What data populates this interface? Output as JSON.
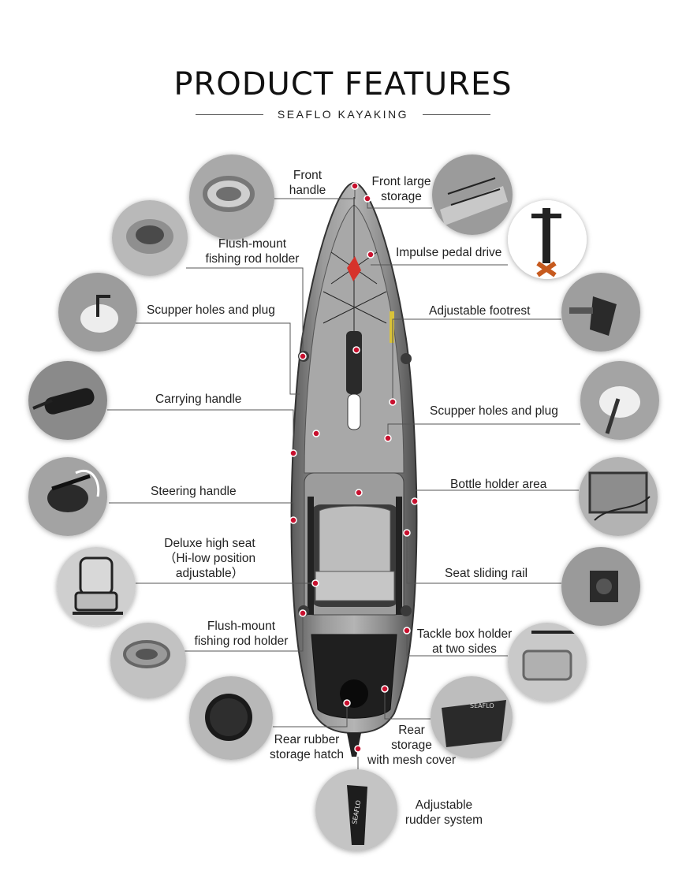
{
  "header": {
    "title": "PRODUCT FEATURES",
    "subtitle": "SEAFLO KAYAKING"
  },
  "features": {
    "front_handle": [
      "Front",
      "handle"
    ],
    "front_large_storage": [
      "Front large",
      "storage"
    ],
    "flush_mount_front": [
      "Flush-mount",
      "fishing rod holder"
    ],
    "impulse_pedal_drive": "Impulse pedal drive",
    "scupper_left": "Scupper holes and plug",
    "adjustable_footrest": "Adjustable footrest",
    "carrying_handle": "Carrying handle",
    "scupper_right": "Scupper holes and plug",
    "steering_handle": "Steering handle",
    "bottle_holder": "Bottle holder area",
    "deluxe_seat": [
      "Deluxe high seat",
      "（Hi-low position",
      "adjustable）"
    ],
    "seat_rail": "Seat sliding rail",
    "flush_mount_rear": [
      "Flush-mount",
      "fishing rod holder"
    ],
    "tackle_box": [
      "Tackle box holder",
      "at two sides"
    ],
    "rear_hatch": [
      "Rear rubber",
      "storage hatch"
    ],
    "rear_storage": [
      "Rear",
      "storage",
      "with mesh cover"
    ],
    "rudder": [
      "Adjustable",
      "rudder system"
    ]
  },
  "thumbnails": {
    "rudder_brand_text": "SEAFLO",
    "mesh_brand_text": "SEAFLO"
  },
  "colors": {
    "marker_red": "#c8102e",
    "leader_line": "#555555",
    "hull_gray": "#8a8a8a",
    "seat_gray": "#bdbdbd"
  }
}
